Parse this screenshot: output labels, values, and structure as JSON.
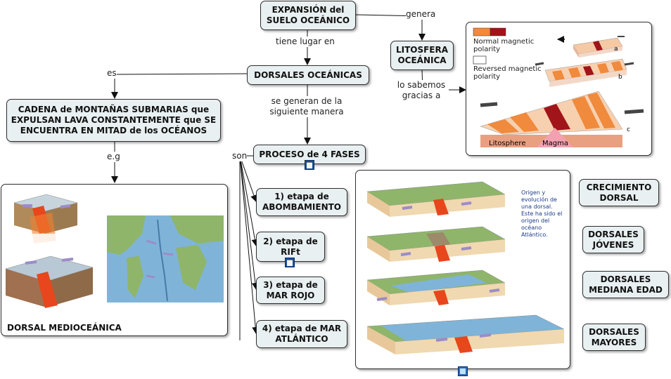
{
  "nodes": {
    "expansion": "EXPANSIÓN del SUELO OCEÁNICO",
    "litosfera": "LITOSFERA OCEÁNICA",
    "dorsales": "DORSALES OCEÁNICAS",
    "cadena": "CADENA de MONTAÑAS SUBMARIAS que EXPULSAN LAVA CONSTANTEMENTE que SE ENCUENTRA EN MITAD de los OCÉANOS",
    "proceso": "PROCESO de 4 FASES",
    "etapa1": "1) etapa de ABOMBAMIENTO",
    "etapa2": "2) etapa de RIFt",
    "etapa3": "3) etapa de MAR ROJO",
    "etapa4": "4) etapa de MAR ATLÁNTICO",
    "crecimiento": "CRECIMIENTO DORSAL",
    "jovenes": "DORSALES JÓVENES",
    "mediana": "DORSALES MEDIANA EDAD",
    "mayores": "DORSALES MAYORES"
  },
  "links": {
    "genera": "genera",
    "tiene_lugar": "tiene lugar en",
    "es": "es",
    "se_generan": "se generan de la siguiente manera",
    "lo_sabemos": "lo sabemos gracias a",
    "eg": "e.g",
    "son": "son"
  },
  "images": {
    "dorsal_caption": "DORSAL MEDIOCEÁNICA",
    "atlantic_note": "Origen y evolución de una dorsal. Este ha sido el origen del océano Atlántico.",
    "legend_normal": "Normal magnetic polarity",
    "legend_reversed": "Reversed magnetic polarity",
    "label_a": "a",
    "label_b": "b",
    "label_c": "c",
    "label_litosphere": "Litosphere",
    "label_magma": "Magma"
  },
  "colors": {
    "node_fill": "#e9f0f2",
    "magma": "#e8461c",
    "ocean": "#7fb4d8",
    "land": "#8fb56a",
    "stripe_normal": "#f08a3c",
    "stripe_dark": "#a0141a"
  }
}
